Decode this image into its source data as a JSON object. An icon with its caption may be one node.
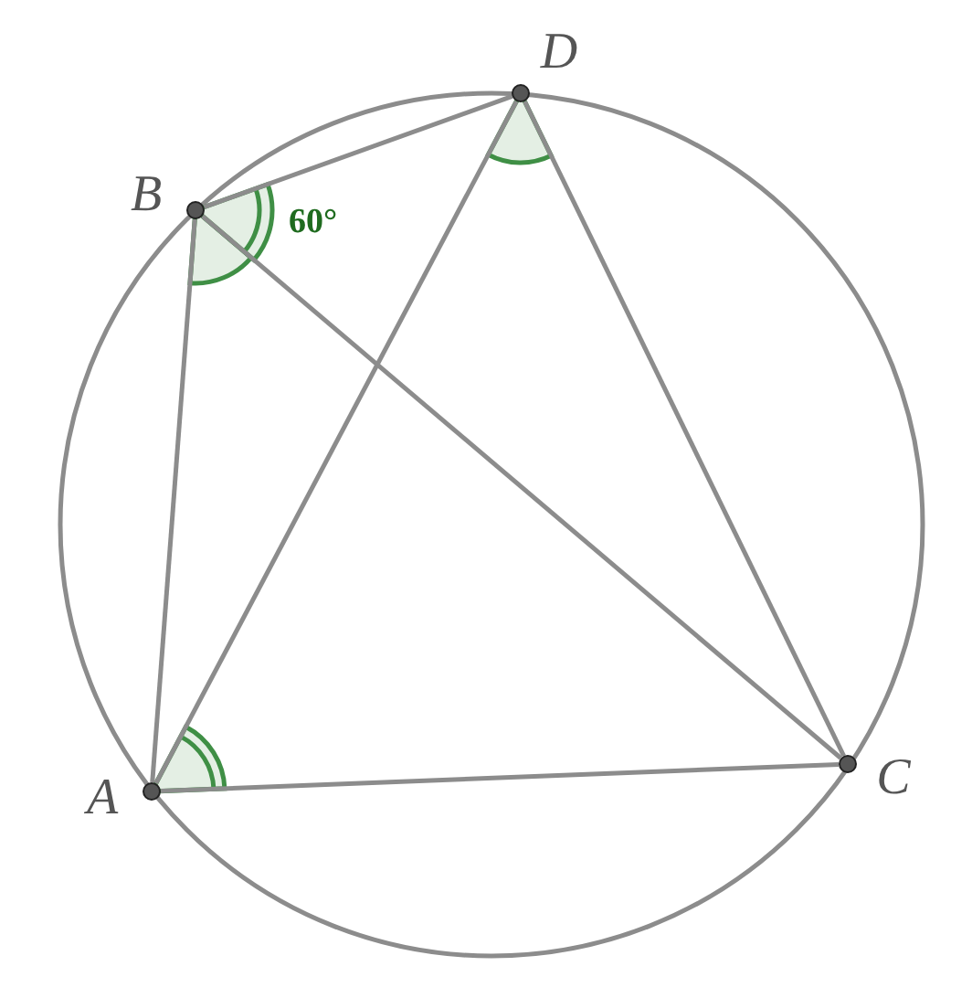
{
  "diagram": {
    "nodes": [
      {
        "text": [
          "A"
        ]
      },
      {
        "text": [
          "B"
        ]
      },
      {
        "text": [
          "C"
        ]
      },
      {
        "text": [
          "D"
        ]
      }
    ],
    "edges": [
      {
        "from": 0,
        "to": 1,
        "arrow": "none"
      },
      {
        "from": 0,
        "to": 2,
        "arrow": "none"
      },
      {
        "from": 0,
        "to": 3,
        "arrow": "none"
      },
      {
        "from": 1,
        "to": 3,
        "arrow": "none"
      },
      {
        "from": 1,
        "to": 2,
        "arrow": "none"
      },
      {
        "from": 3,
        "to": 2,
        "arrow": "none"
      }
    ],
    "labels": [
      "60°"
    ]
  }
}
